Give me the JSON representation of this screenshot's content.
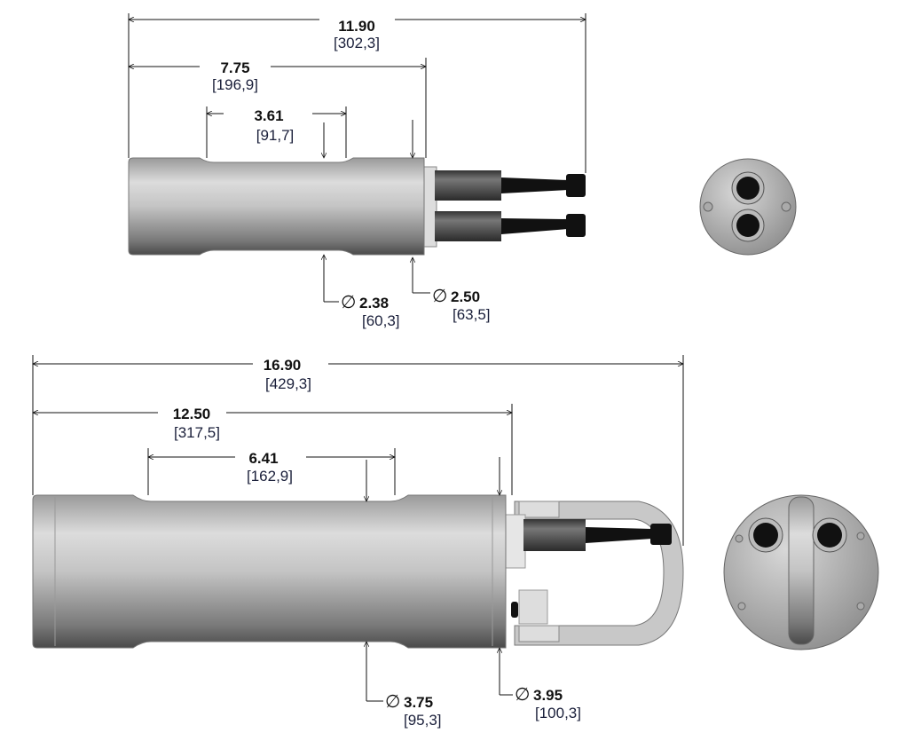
{
  "symbols": {
    "diameter": "∅"
  },
  "top_view": {
    "overall_length": {
      "primary": "11.90",
      "secondary": "[302,3]"
    },
    "body_length": {
      "primary": "7.75",
      "secondary": "[196,9]"
    },
    "grip_length": {
      "primary": "3.61",
      "secondary": "[91,7]"
    },
    "body_diameter": {
      "primary": "2.38",
      "secondary": "[60,3]"
    },
    "end_diameter": {
      "primary": "2.50",
      "secondary": "[63,5]"
    }
  },
  "bottom_view": {
    "overall_length": {
      "primary": "16.90",
      "secondary": "[429,3]"
    },
    "body_length": {
      "primary": "12.50",
      "secondary": "[317,5]"
    },
    "grip_length": {
      "primary": "6.41",
      "secondary": "[162,9]"
    },
    "body_diameter": {
      "primary": "3.75",
      "secondary": "[95,3]"
    },
    "end_diameter": {
      "primary": "3.95",
      "secondary": "[100,3]"
    }
  },
  "colors": {
    "body_light": "#d4d4d4",
    "body_dark": "#5a5a5a",
    "cable": "#111111",
    "boot": "#4a4a4a"
  }
}
